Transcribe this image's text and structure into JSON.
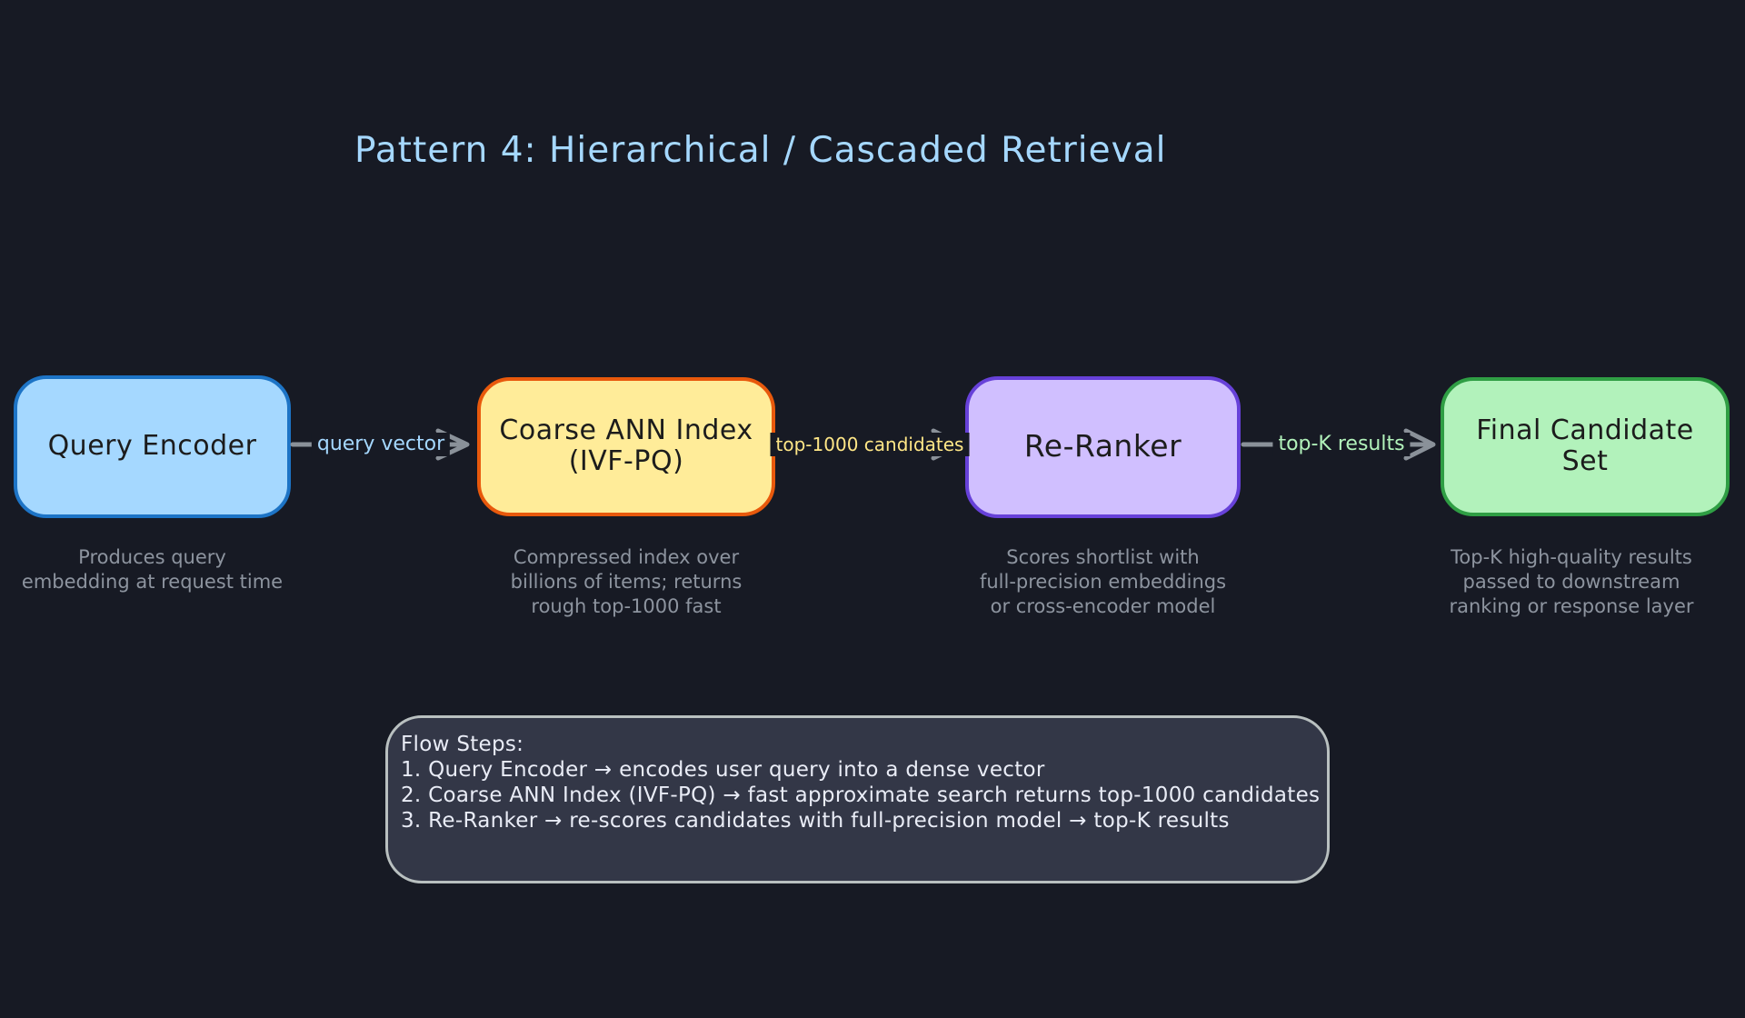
{
  "title": "Pattern 4: Hierarchical / Cascaded Retrieval",
  "nodes": [
    {
      "id": "query-encoder",
      "label": "Query Encoder",
      "description": "Produces query\nembedding at request time",
      "fill": "#a5d8ff",
      "border": "#1d74c6"
    },
    {
      "id": "coarse-ann-index",
      "label": "Coarse ANN Index\n(IVF-PQ)",
      "description": "Compressed index over\nbillions of items; returns\nrough top-1000 fast",
      "fill": "#ffec99",
      "border": "#e8590c"
    },
    {
      "id": "re-ranker",
      "label": "Re-Ranker",
      "description": "Scores shortlist with\nfull-precision embeddings\nor cross-encoder model",
      "fill": "#d0bfff",
      "border": "#6741d9"
    },
    {
      "id": "final-candidate-set",
      "label": "Final Candidate\nSet",
      "description": "Top-K high-quality results\npassed to downstream\nranking or response layer",
      "fill": "#b2f2bb",
      "border": "#2f9e44"
    }
  ],
  "arrows": [
    {
      "from": "query-encoder",
      "to": "coarse-ann-index",
      "label": "query vector",
      "label_color": "#a5d8ff"
    },
    {
      "from": "coarse-ann-index",
      "to": "re-ranker",
      "label": "top-1000 candidates",
      "label_color": "#ffe787"
    },
    {
      "from": "re-ranker",
      "to": "final-candidate-set",
      "label": "top-K results",
      "label_color": "#b2f2bb"
    }
  ],
  "flow": {
    "heading": "Flow Steps:",
    "steps": [
      "1. Query Encoder → encodes user query into a dense vector",
      "2. Coarse ANN Index (IVF-PQ) → fast approximate search returns top-1000 candidates",
      "3. Re-Ranker → re-scores candidates with full-precision model → top-K results"
    ]
  },
  "palette": {
    "background": "#171a24",
    "title_text": "#a5d8ff",
    "description_text": "#8d949f",
    "arrow_stroke": "#8a9199",
    "flow_box_fill": "#333747",
    "flow_box_border": "#b9c0c0",
    "flow_text": "#e9ecf6"
  }
}
